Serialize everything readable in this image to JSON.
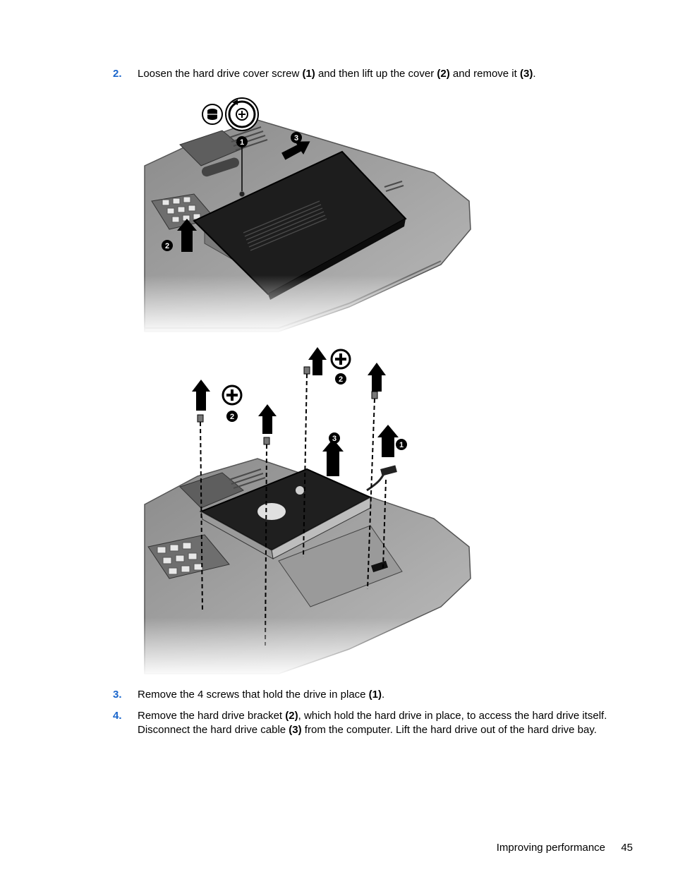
{
  "steps": [
    {
      "number": "2.",
      "parts": [
        {
          "t": "Loosen the hard drive cover screw ",
          "b": false
        },
        {
          "t": "(1)",
          "b": true
        },
        {
          "t": " and then lift up the cover ",
          "b": false
        },
        {
          "t": "(2)",
          "b": true
        },
        {
          "t": " and remove it ",
          "b": false
        },
        {
          "t": "(3)",
          "b": true
        },
        {
          "t": ".",
          "b": false
        }
      ]
    },
    {
      "number": "3.",
      "parts": [
        {
          "t": "Remove the 4 screws that hold the drive in place ",
          "b": false
        },
        {
          "t": "(1)",
          "b": true
        },
        {
          "t": ".",
          "b": false
        }
      ]
    },
    {
      "number": "4.",
      "parts": [
        {
          "t": "Remove the hard drive bracket ",
          "b": false
        },
        {
          "t": "(2)",
          "b": true
        },
        {
          "t": ", which hold the hard drive in place, to access the hard drive itself. Disconnect the hard drive cable ",
          "b": false
        },
        {
          "t": "(3)",
          "b": true
        },
        {
          "t": " from the computer. Lift the hard drive out of the hard drive bay.",
          "b": false
        }
      ]
    }
  ],
  "figures": {
    "cover": {
      "callouts": [
        "1",
        "2",
        "3"
      ],
      "icons": [
        "hard-drive-icon",
        "rotate-screwdriver-icon"
      ]
    },
    "drive": {
      "callouts": [
        "1",
        "2",
        "2",
        "3"
      ],
      "icons": [
        "phillips-screw-icon"
      ]
    }
  },
  "footer": {
    "section": "Improving performance",
    "page": "45"
  }
}
